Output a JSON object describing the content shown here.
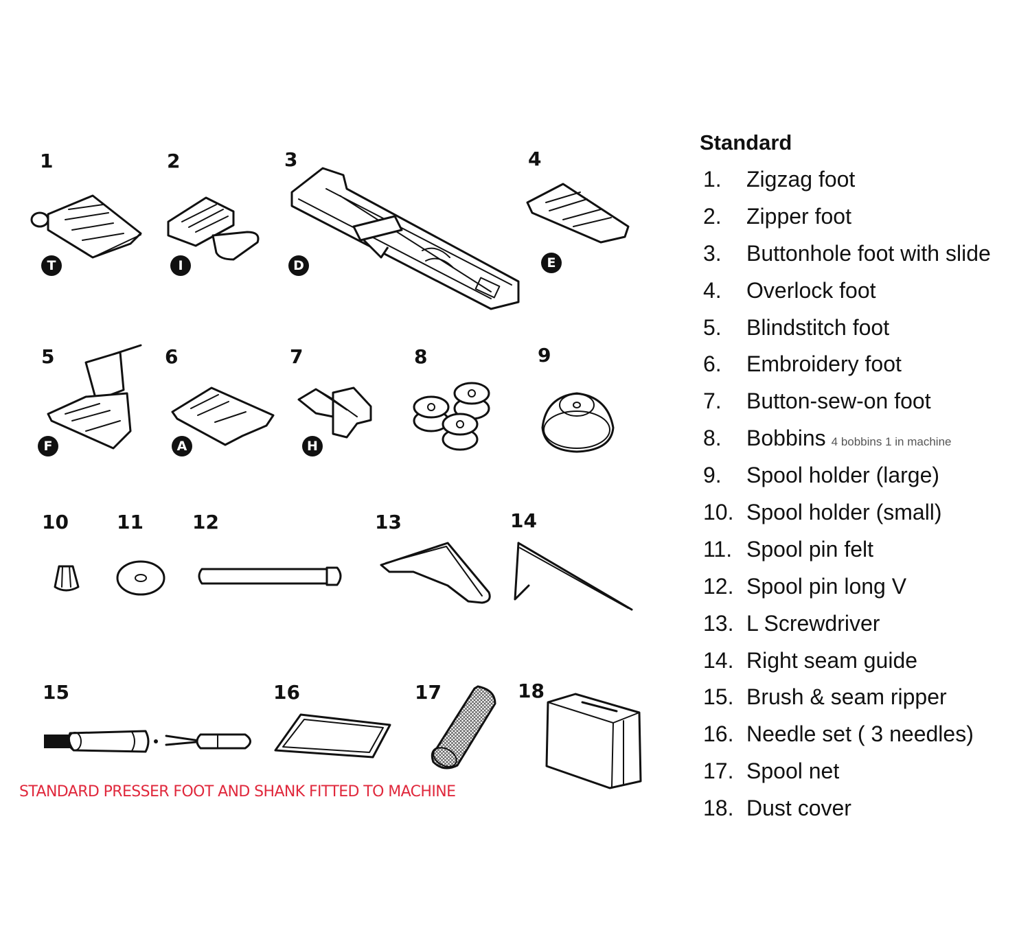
{
  "figure": {
    "items": [
      {
        "number": "1",
        "code": "T"
      },
      {
        "number": "2",
        "code": "I"
      },
      {
        "number": "3",
        "code": "D"
      },
      {
        "number": "4",
        "code": "E"
      },
      {
        "number": "5",
        "code": "F"
      },
      {
        "number": "6",
        "code": "A"
      },
      {
        "number": "7",
        "code": "H"
      },
      {
        "number": "8",
        "code": ""
      },
      {
        "number": "9",
        "code": ""
      },
      {
        "number": "10",
        "code": ""
      },
      {
        "number": "11",
        "code": ""
      },
      {
        "number": "12",
        "code": ""
      },
      {
        "number": "13",
        "code": ""
      },
      {
        "number": "14",
        "code": ""
      },
      {
        "number": "15",
        "code": ""
      },
      {
        "number": "16",
        "code": ""
      },
      {
        "number": "17",
        "code": ""
      },
      {
        "number": "18",
        "code": ""
      }
    ],
    "note": "STANDARD PRESSER FOOT AND SHANK FITTED TO MACHINE",
    "note_color": "#e0283c"
  },
  "legend": {
    "title": "Standard",
    "items": [
      {
        "num": "1.",
        "label": "Zigzag foot",
        "note": ""
      },
      {
        "num": "2.",
        "label": "Zipper foot",
        "note": ""
      },
      {
        "num": "3.",
        "label": "Buttonhole foot with slide",
        "note": ""
      },
      {
        "num": "4.",
        "label": "Overlock foot",
        "note": ""
      },
      {
        "num": "5.",
        "label": "Blindstitch foot",
        "note": ""
      },
      {
        "num": "6.",
        "label": "Embroidery foot",
        "note": ""
      },
      {
        "num": "7.",
        "label": "Button-sew-on foot",
        "note": ""
      },
      {
        "num": "8.",
        "label": "Bobbins",
        "note": "4 bobbins 1 in machine"
      },
      {
        "num": "9.",
        "label": "Spool holder (large)",
        "note": ""
      },
      {
        "num": "10.",
        "label": "Spool holder (small)",
        "note": ""
      },
      {
        "num": "11.",
        "label": "Spool pin felt",
        "note": ""
      },
      {
        "num": "12.",
        "label": "Spool pin long V",
        "note": ""
      },
      {
        "num": "13.",
        "label": "L Screwdriver",
        "note": ""
      },
      {
        "num": "14.",
        "label": "Right seam guide",
        "note": ""
      },
      {
        "num": "15.",
        "label": "Brush & seam ripper",
        "note": ""
      },
      {
        "num": "16.",
        "label": "Needle set ( 3 needles)",
        "note": ""
      },
      {
        "num": "17.",
        "label": "Spool net",
        "note": ""
      },
      {
        "num": "18.",
        "label": "Dust cover",
        "note": ""
      }
    ]
  }
}
